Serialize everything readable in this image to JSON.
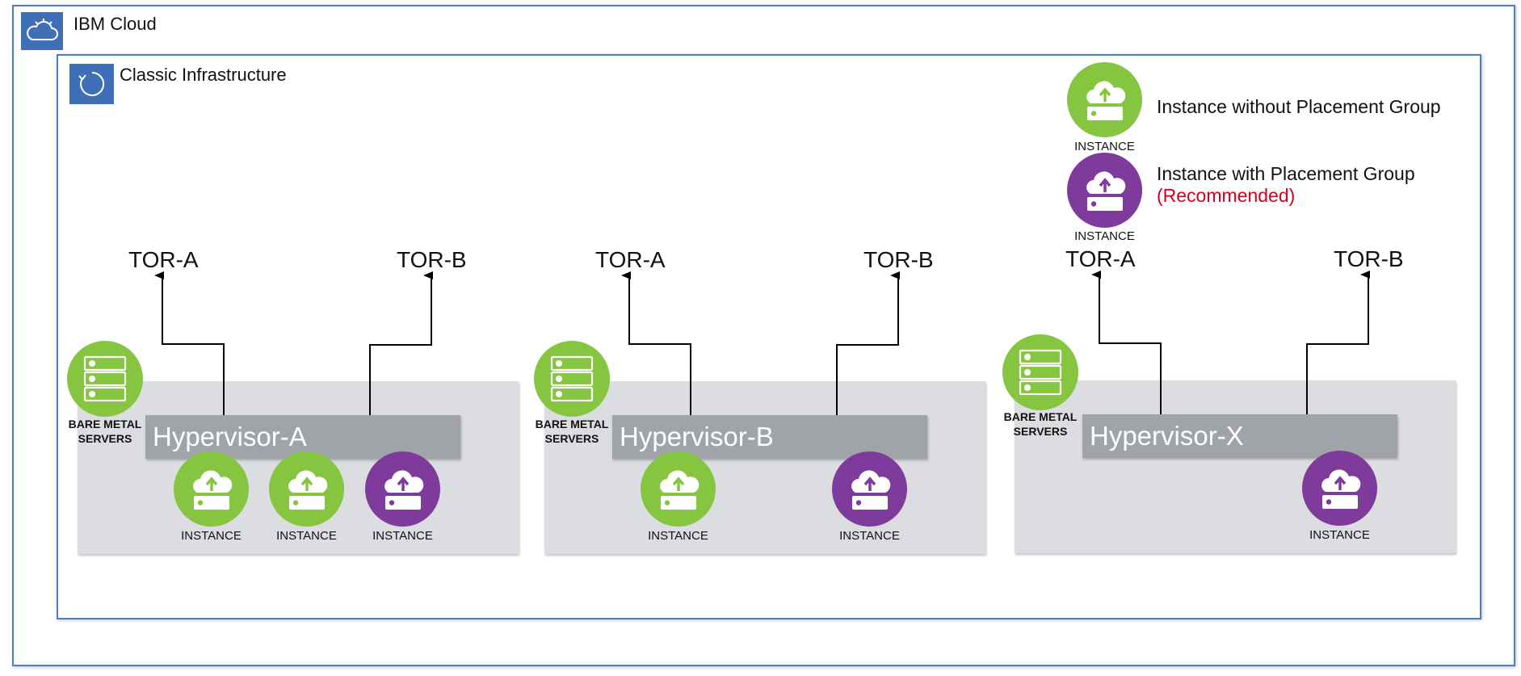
{
  "frame": {
    "cloud_title": "IBM Cloud",
    "infra_title": "Classic Infrastructure",
    "cloud_icon": "cloud-icon",
    "infra_icon": "refresh-icon"
  },
  "legend": {
    "without": {
      "caption": "INSTANCE",
      "text": "Instance without Placement Group"
    },
    "with": {
      "caption": "INSTANCE",
      "text": "Instance with Placement Group",
      "note": "(Recommended)"
    }
  },
  "hosts": [
    {
      "hypervisor": "Hypervisor-A",
      "tor_a": "TOR-A",
      "tor_b": "TOR-B",
      "bare_metal": {
        "line1": "BARE METAL",
        "line2": "SERVERS"
      },
      "instances": [
        {
          "caption": "INSTANCE",
          "placement_group": false
        },
        {
          "caption": "INSTANCE",
          "placement_group": false
        },
        {
          "caption": "INSTANCE",
          "placement_group": true
        }
      ]
    },
    {
      "hypervisor": "Hypervisor-B",
      "tor_a": "TOR-A",
      "tor_b": "TOR-B",
      "bare_metal": {
        "line1": "BARE METAL",
        "line2": "SERVERS"
      },
      "instances": [
        {
          "caption": "INSTANCE",
          "placement_group": false
        },
        {
          "caption": "INSTANCE",
          "placement_group": true
        }
      ]
    },
    {
      "hypervisor": "Hypervisor-X",
      "tor_a": "TOR-A",
      "tor_b": "TOR-B",
      "bare_metal": {
        "line1": "BARE METAL",
        "line2": "SERVERS"
      },
      "instances": [
        {
          "caption": "INSTANCE",
          "placement_group": true
        }
      ]
    }
  ],
  "colors": {
    "frame_border": "#4a7fc1",
    "badge": "#3f6fb7",
    "instance_without_pg": "#86c540",
    "instance_with_pg": "#7f3b9c",
    "recommended": "#d0021b",
    "host_panel": "#dcdde0",
    "hypervisor_bar": "#a0a3a8"
  }
}
